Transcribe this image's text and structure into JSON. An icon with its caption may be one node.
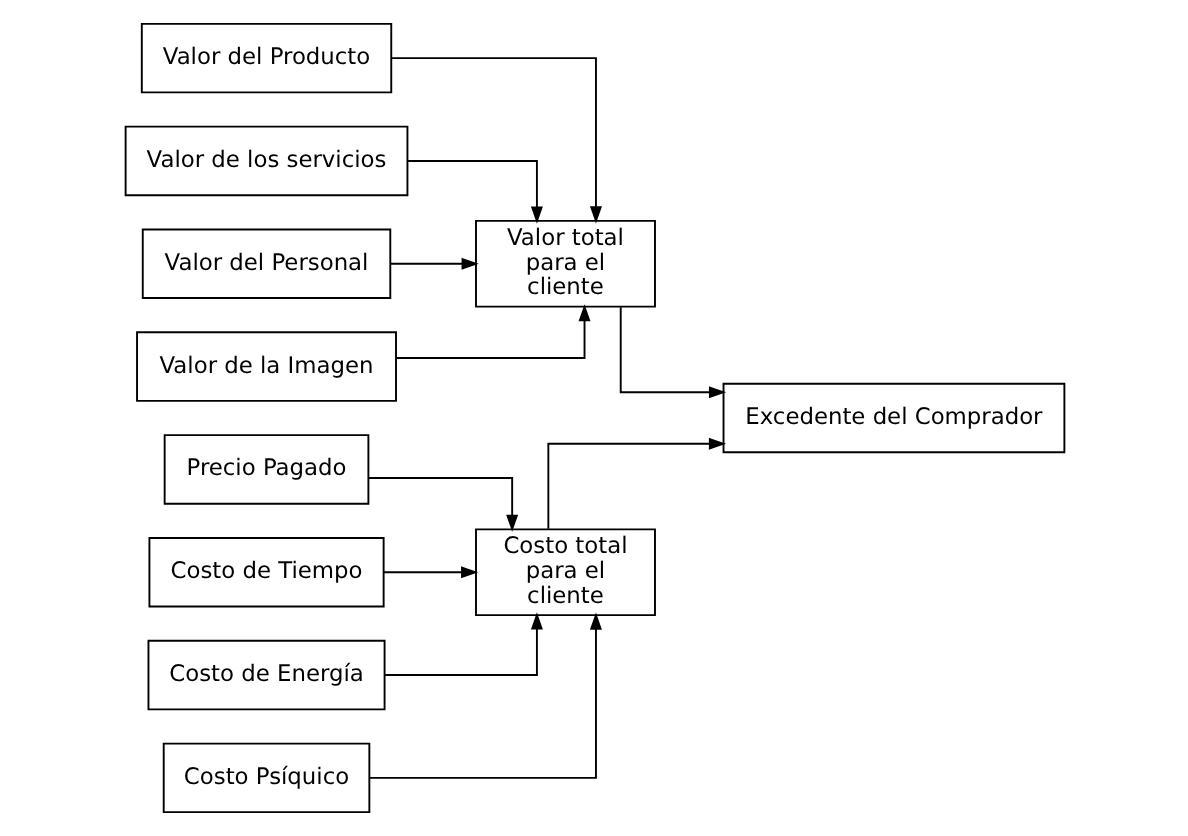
{
  "diagram": {
    "nodes": [
      {
        "text": [
          "Valor del Producto"
        ]
      },
      {
        "text": [
          "Valor de los servicios"
        ]
      },
      {
        "text": [
          "Valor del Personal"
        ]
      },
      {
        "text": [
          "Valor de la Imagen"
        ]
      },
      {
        "text": [
          "Valor total para el cliente"
        ]
      },
      {
        "text": [
          "Precio Pagado"
        ]
      },
      {
        "text": [
          "Costo de Tiempo"
        ]
      },
      {
        "text": [
          "Costo de Energía"
        ]
      },
      {
        "text": [
          "Costo Psíquico"
        ]
      },
      {
        "text": [
          "Costo total para el cliente"
        ]
      },
      {
        "text": [
          "Excedente del Comprador"
        ]
      }
    ],
    "edges": [
      {
        "from": 0,
        "to": 4,
        "arrow": "to"
      },
      {
        "from": 1,
        "to": 4,
        "arrow": "to"
      },
      {
        "from": 2,
        "to": 4,
        "arrow": "to"
      },
      {
        "from": 3,
        "to": 4,
        "arrow": "to"
      },
      {
        "from": 5,
        "to": 9,
        "arrow": "to"
      },
      {
        "from": 6,
        "to": 9,
        "arrow": "to"
      },
      {
        "from": 7,
        "to": 9,
        "arrow": "to"
      },
      {
        "from": 8,
        "to": 9,
        "arrow": "to"
      },
      {
        "from": 4,
        "to": 10,
        "arrow": "to"
      },
      {
        "from": 9,
        "to": 10,
        "arrow": "to"
      }
    ]
  }
}
